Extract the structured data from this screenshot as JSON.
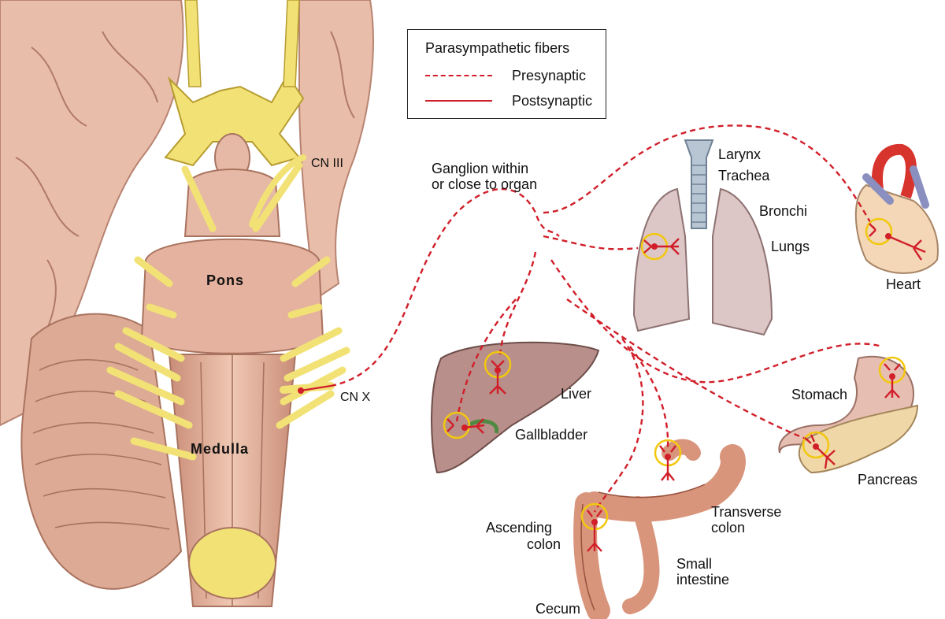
{
  "legend": {
    "title": "Parasympathetic fibers",
    "presynaptic": "Presynaptic",
    "postsynaptic": "Postsynaptic",
    "fiber_color": "#d11f2a"
  },
  "labels": {
    "cn_iii": "CN III",
    "cn_x": "CN X",
    "pons": "Pons",
    "medulla": "Medulla",
    "ganglion_line1": "Ganglion within",
    "ganglion_line2": "or close to organ",
    "larynx": "Larynx",
    "trachea": "Trachea",
    "bronchi": "Bronchi",
    "lungs": "Lungs",
    "heart": "Heart",
    "liver": "Liver",
    "gallbladder": "Gallbladder",
    "stomach": "Stomach",
    "pancreas": "Pancreas",
    "transverse_line1": "Transverse",
    "transverse_line2": "colon",
    "ascending_line1": "Ascending",
    "ascending_line2": "colon",
    "small_line1": "Small",
    "small_line2": "intestine",
    "cecum": "Cecum"
  },
  "colors": {
    "brain": "#e6b9a6",
    "brain_shadow": "#c99583",
    "nerve": "#f2e276",
    "ganglion_ring": "#f2c80f",
    "lung": "#dcc6c6",
    "liver": "#b88f8a",
    "heart": "#f3d7b6",
    "colon": "#d9957c",
    "stomach": "#e7bfb2",
    "pancreas": "#efd7a8"
  }
}
